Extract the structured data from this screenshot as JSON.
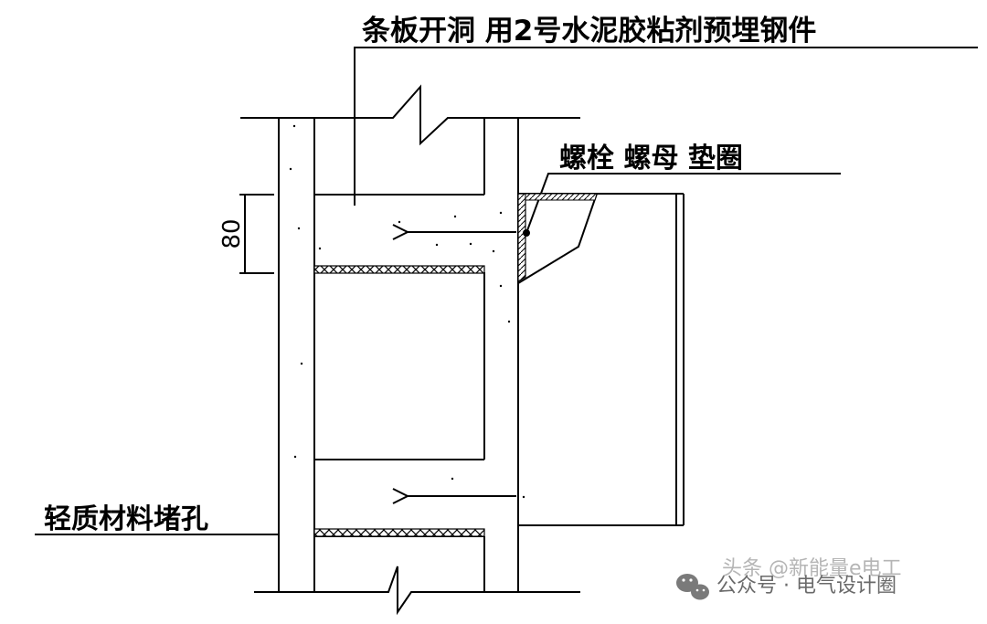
{
  "labels": {
    "top": "条板开洞 用2号水泥胶粘剂预埋钢件",
    "bolt": "螺栓 螺母 垫圈",
    "plug": "轻质材料堵孔"
  },
  "dimension": {
    "value": "80"
  },
  "watermark": {
    "line1": "头条 @新能量e电工",
    "line2": "公众号 · 电气设计圈",
    "icon": "wechat-icon"
  },
  "colors": {
    "line": "#000000",
    "background": "#ffffff",
    "watermark": "#6a6a6a"
  }
}
